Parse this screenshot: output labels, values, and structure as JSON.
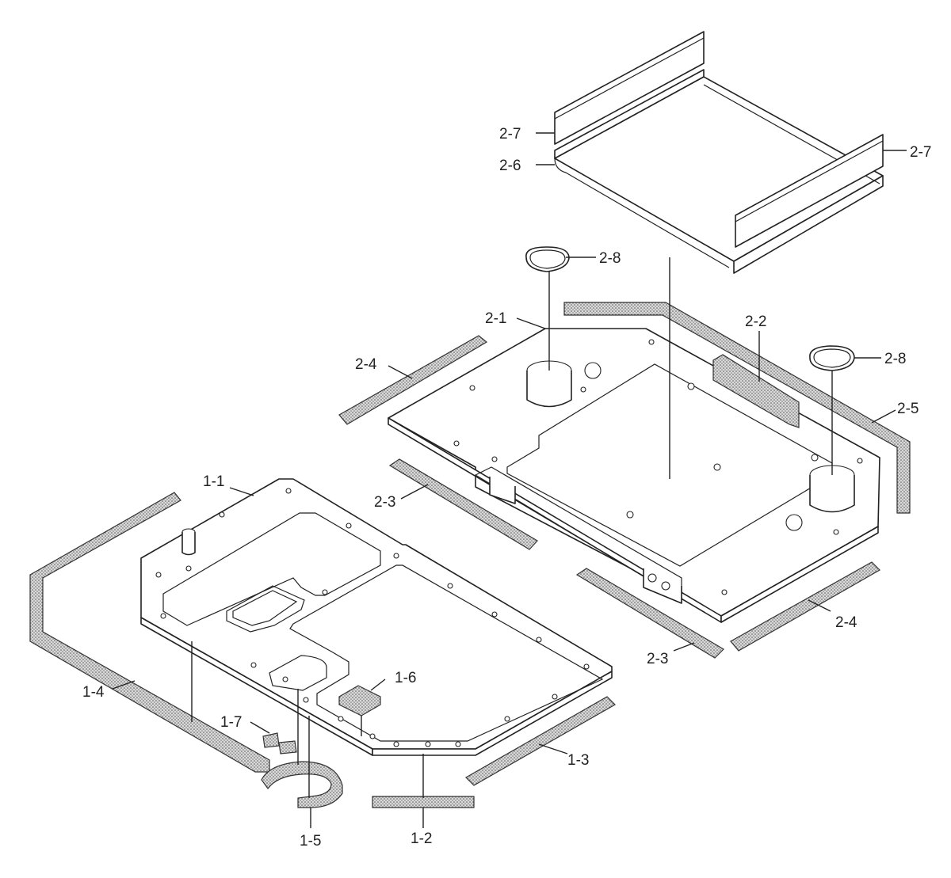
{
  "callouts": {
    "c_1_1": "1-1",
    "c_1_2": "1-2",
    "c_1_3": "1-3",
    "c_1_4": "1-4",
    "c_1_5": "1-5",
    "c_1_6": "1-6",
    "c_1_7": "1-7",
    "c_2_1": "2-1",
    "c_2_2": "2-2",
    "c_2_3a": "2-3",
    "c_2_3b": "2-3",
    "c_2_4a": "2-4",
    "c_2_4b": "2-4",
    "c_2_5": "2-5",
    "c_2_6": "2-6",
    "c_2_7a": "2-7",
    "c_2_7b": "2-7",
    "c_2_8a": "2-8",
    "c_2_8b": "2-8"
  },
  "colors": {
    "line": "#222222",
    "foam_fill": "#d9d9d9",
    "foam_dot": "#555555",
    "background": "#ffffff"
  }
}
